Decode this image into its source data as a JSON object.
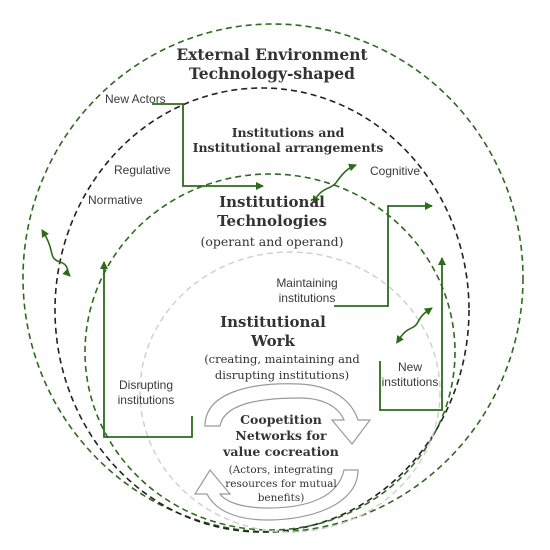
{
  "labels": {
    "external_line1": "External Environment",
    "external_line2": "Technology-shaped",
    "new_actors": "New Actors",
    "institutions_line1": "Institutions and",
    "institutions_line2": "Institutional arrangements",
    "regulative": "Regulative",
    "normative": "Normative",
    "cognitive": "Cognitive",
    "inst_tech_line1": "Institutional",
    "inst_tech_line2": "Technologies",
    "inst_tech_sub": "(operant and operand)",
    "maintaining_line1": "Maintaining",
    "maintaining_line2": "institutions",
    "inst_work_line1": "Institutional",
    "inst_work_line2": "Work",
    "inst_work_sub1": "(creating, maintaining  and",
    "inst_work_sub2": "disrupting institutions)",
    "new_inst_line1": "New",
    "new_inst_line2": "institutions",
    "disrupting_line1": "Disrupting",
    "disrupting_line2": "institutions",
    "coop_line1": "Coopetition",
    "coop_line2": "Networks for",
    "coop_line3": "value cocreation",
    "coop_sub1": "(Actors, integrating",
    "coop_sub2": "resources for mutual",
    "coop_sub3": "benefits)"
  },
  "colors": {
    "green": "#2e6a1e",
    "black": "#222222",
    "gray": "#cfcfcf",
    "text": "#333333"
  }
}
